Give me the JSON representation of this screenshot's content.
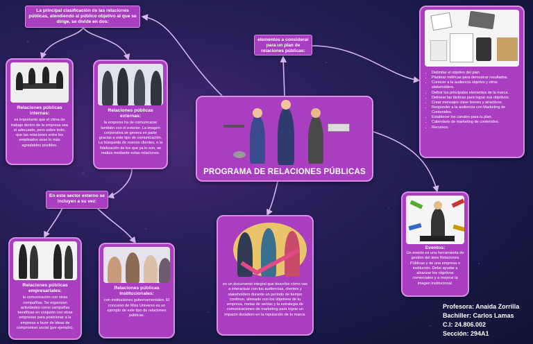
{
  "center": {
    "title": "PROGRAMA DE RELACIONES PÚBLICAS"
  },
  "classification_label": "La principal clasificación de las relaciones públicas, atendiendo al público objetivo al que se dirige, se divide en dos:",
  "plan_label": "elementos a considerar para un plan de relaciones públicas:",
  "external_sector_label": "En este sector externo se incluyen a su vez:",
  "internal": {
    "title": "Relaciones públicas internas:",
    "text": "es importante que el clima de trabajo dentro de la empresa sea el adecuado, pero sobre todo, que las relaciones entre los empleados sean lo más agradables posibles."
  },
  "external": {
    "title": "Relaciones públicas externas:",
    "text": "la empresa ha de comunicarse también con el exterior. La imagen corporativa se genera en parte gracias a este tipo de comunicación. La búsqueda de nuevos clientes, o la fidelización de los que ya lo son, se realiza mediante estas relaciones."
  },
  "business": {
    "title": "Relaciones públicas empresariales:",
    "text": "la comunicación con otras compañías. Se organizan actividades como campañas benéficas en conjunto con otras empresas para posicionar a la empresa a favor de ideas de compromiso social (por ejemplo)."
  },
  "institutional": {
    "title": "Relaciones públicas institucionales:",
    "text": "con instituciones gubernamentales. El concurso de Miss Universo es un ejemplo de este tipo de relaciones públicas."
  },
  "plan_description": "es un documento integral que describe cómo vas a interactuar con tus audiencias, clientes y stakeholders durante un período de tiempo continuo, alineado con los objetivos de tu empresa, metas de ventas y la estrategia de comunicaciones de marketing para lograr un impacto duradero en la reputación de tu marca.",
  "plan_elements": [
    "Delimitar el objetivo del plan",
    "Plantear métricas para demostrar resultados.",
    "Conocer a la audiencia objetivo y otros stakeholders.",
    "Definir los principales elementos de la marca.",
    "Delinear las tácticas para lograr sus objetivos.",
    "Crear mensajes clave breves y atractivos.",
    "Responder a la audiencia con Marketing de Contenidos.",
    "Establecer los canales para tu plan.",
    "Calendario de marketing de contenidos.",
    "Recursos."
  ],
  "events": {
    "title": "Eventos:",
    "text": "Un evento es una herramienta de gestión del área Relaciones Públicas y de una empresa o institución. Debe ayudar a alcanzar los objetivos comerciales y a mejorar la imagen institucional."
  },
  "footer": {
    "professor": "Profesora: Anaida Zorrilla",
    "student": "Bachiller: Carlos Lamas",
    "id": "C.I: 24.806.002",
    "section": "Sección: 294A1"
  }
}
